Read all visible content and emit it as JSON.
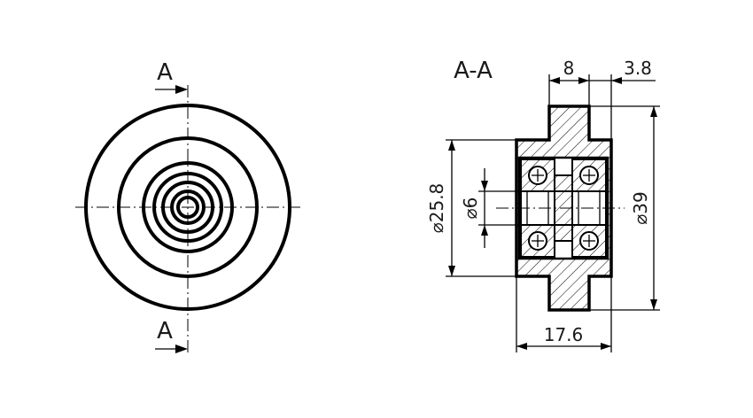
{
  "front_view": {
    "section_label_top": "A",
    "section_label_bottom": "A"
  },
  "section_view": {
    "title": "A-A",
    "dimensions": {
      "width_left": "8",
      "width_right": "3.8",
      "outer_diameter": "⌀39",
      "bearing_diameter": "⌀25.8",
      "bore_diameter": "⌀6",
      "total_width": "17.6"
    }
  },
  "colors": {
    "line": "#000000",
    "background": "#ffffff"
  }
}
